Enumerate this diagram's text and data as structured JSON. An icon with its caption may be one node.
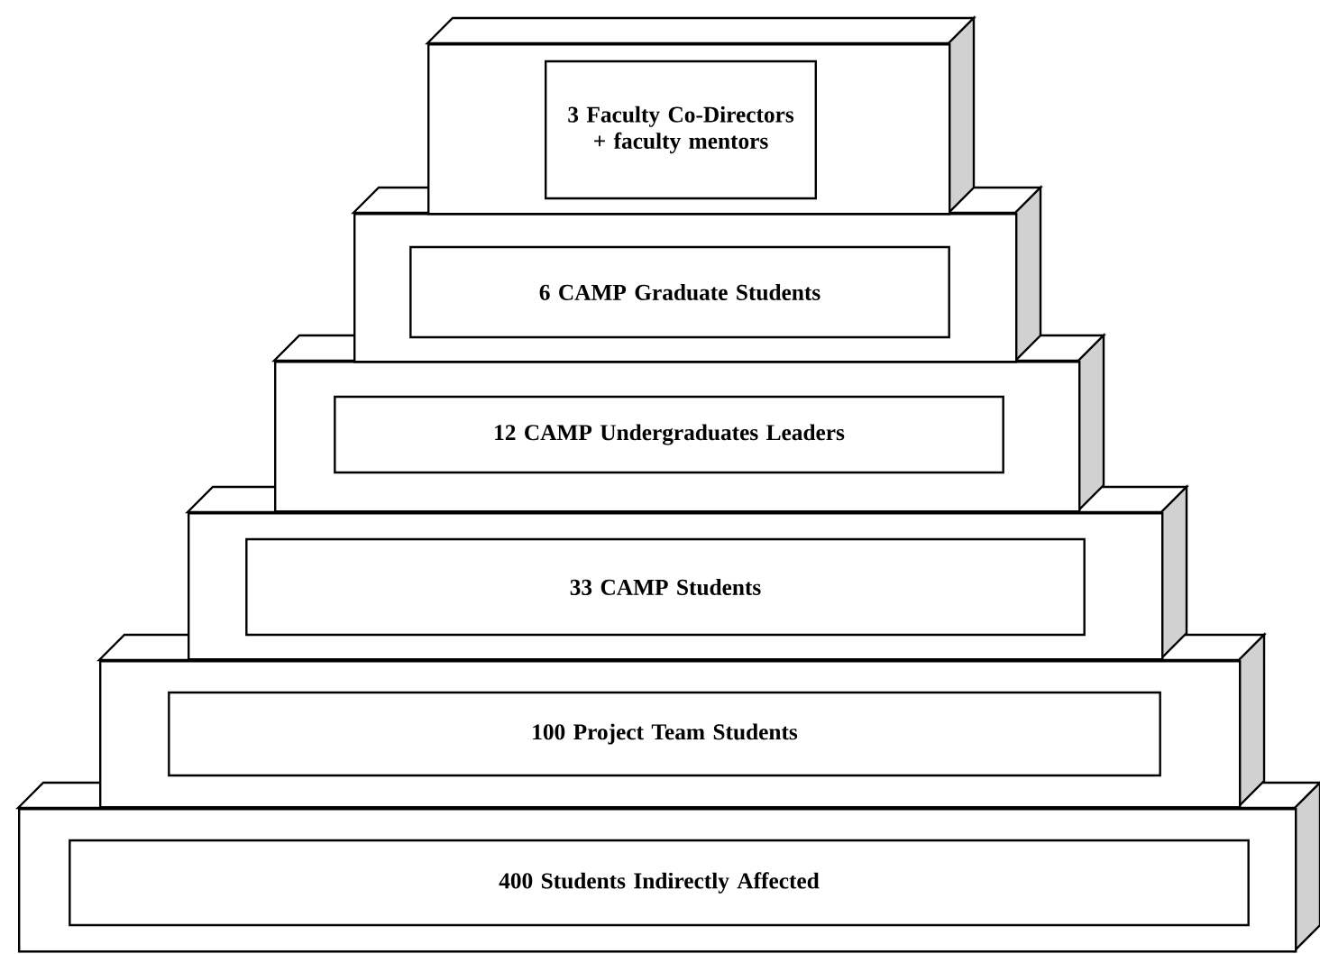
{
  "diagram": {
    "nodes": [
      {
        "text": [],
        "shape": "box"
      },
      {
        "text": [
          "3 Faculty Co-Directors + faculty mentors"
        ],
        "in": 0
      },
      {
        "text": [],
        "shape": "box"
      },
      {
        "text": [
          "6 CAMP Graduate Students"
        ],
        "in": 2
      },
      {
        "text": [],
        "shape": "box"
      },
      {
        "text": [
          "12 CAMP Undergraduates Leaders"
        ],
        "in": 4
      },
      {
        "text": [],
        "shape": "box"
      },
      {
        "text": [
          "33 CAMP Students"
        ],
        "in": 6
      },
      {
        "text": [],
        "shape": "box"
      },
      {
        "text": [
          "100 Project Team Students"
        ],
        "in": 8
      },
      {
        "text": [],
        "shape": "box"
      },
      {
        "text": [
          "400 Students Indirectly Affected"
        ],
        "in": 10
      }
    ]
  }
}
